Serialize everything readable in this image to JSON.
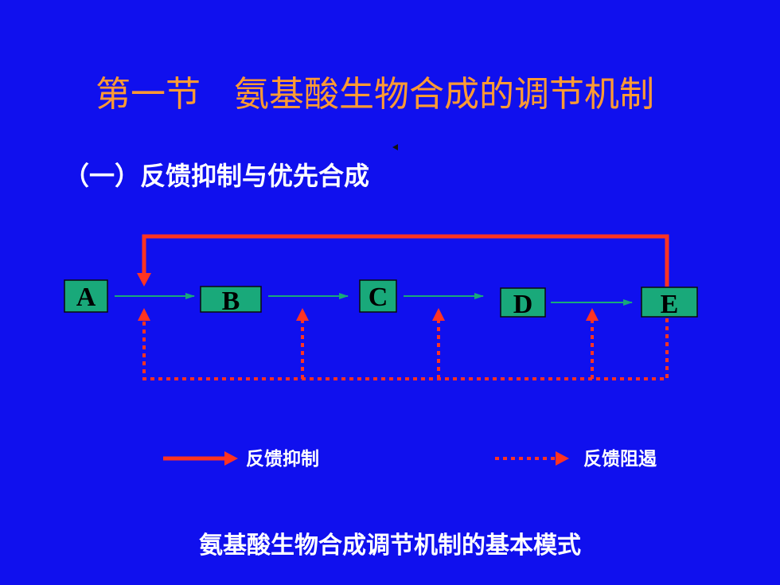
{
  "slide": {
    "title": "第一节   氨基酸生物合成的调节机制",
    "subtitle": "（一）反馈抑制与优先合成",
    "caption": "氨基酸生物合成调节机制的基本模式"
  },
  "diagram": {
    "nodes": [
      "A",
      "B",
      "C",
      "D",
      "E"
    ],
    "legend": {
      "solid_label": "反馈抑制",
      "dotted_label": "反馈阻遏"
    },
    "colors": {
      "background": "#1010ee",
      "title": "#ff9a33",
      "node_fill": "#19a97a",
      "reaction_arrow": "#19a97a",
      "feedback": "#ff3322"
    }
  }
}
